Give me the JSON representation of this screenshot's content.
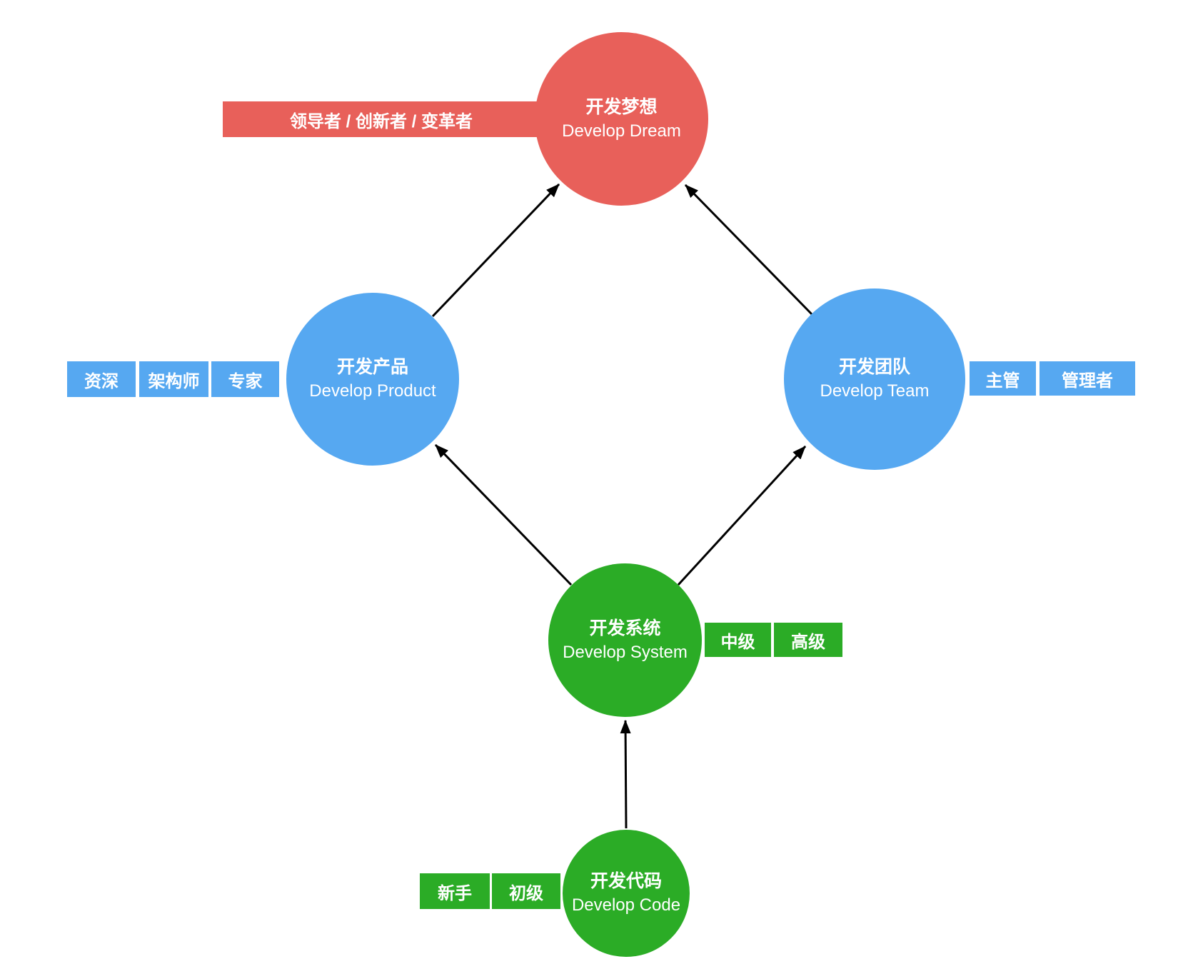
{
  "colors": {
    "red": "#E8605A",
    "blue": "#56A8F1",
    "green": "#2BAC26",
    "arrow": "#000000",
    "background": "#FFFFFF",
    "text": "#FFFFFF"
  },
  "nodes": {
    "dream": {
      "zh": "开发梦想",
      "en": "Develop Dream"
    },
    "product": {
      "zh": "开发产品",
      "en": "Develop Product"
    },
    "team": {
      "zh": "开发团队",
      "en": "Develop Team"
    },
    "system": {
      "zh": "开发系统",
      "en": "Develop System"
    },
    "code": {
      "zh": "开发代码",
      "en": "Develop Code"
    }
  },
  "tags": {
    "dream_roles": "领导者 / 创新者 / 变革者",
    "product_senior": "资深",
    "product_architect": "架构师",
    "product_expert": "专家",
    "team_supervisor": "主管",
    "team_manager": "管理者",
    "system_intermediate": "中级",
    "system_advanced": "高级",
    "code_novice": "新手",
    "code_junior": "初级"
  },
  "edges": [
    {
      "from": "develop-product",
      "to": "develop-dream"
    },
    {
      "from": "develop-team",
      "to": "develop-dream"
    },
    {
      "from": "develop-system",
      "to": "develop-product"
    },
    {
      "from": "develop-system",
      "to": "develop-team"
    },
    {
      "from": "develop-code",
      "to": "develop-system"
    }
  ]
}
